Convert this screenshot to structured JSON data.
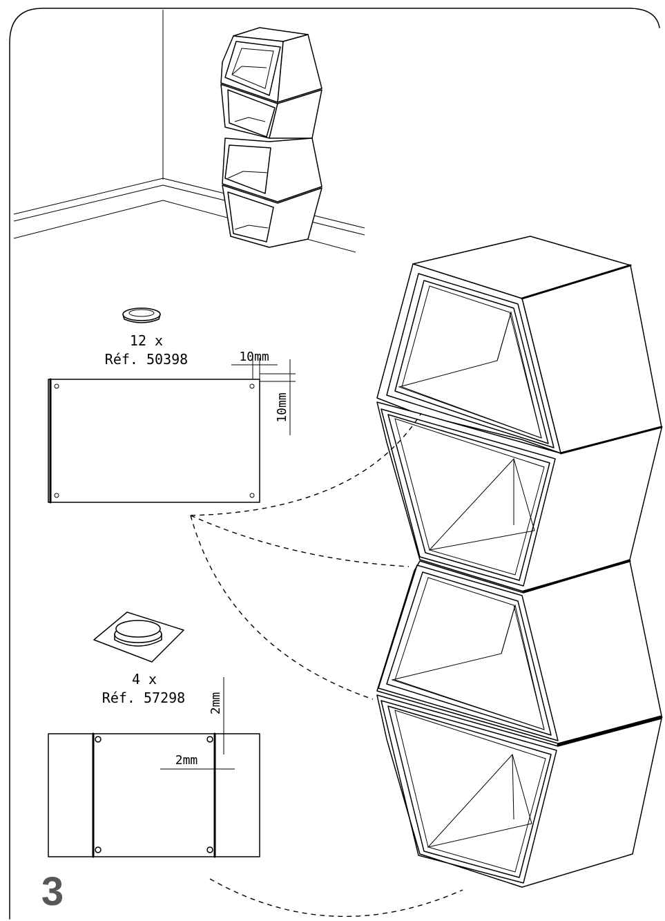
{
  "step": {
    "number": "3"
  },
  "pad_small": {
    "quantity": "12 x",
    "reference": "Réf. 50398"
  },
  "pad_large": {
    "quantity": "4 x",
    "reference": "Réf. 57298"
  },
  "dimensions": {
    "small_edge_horizontal": "10mm",
    "small_edge_vertical": "10mm",
    "large_edge_horizontal": "2mm",
    "large_edge_vertical": "2mm"
  }
}
